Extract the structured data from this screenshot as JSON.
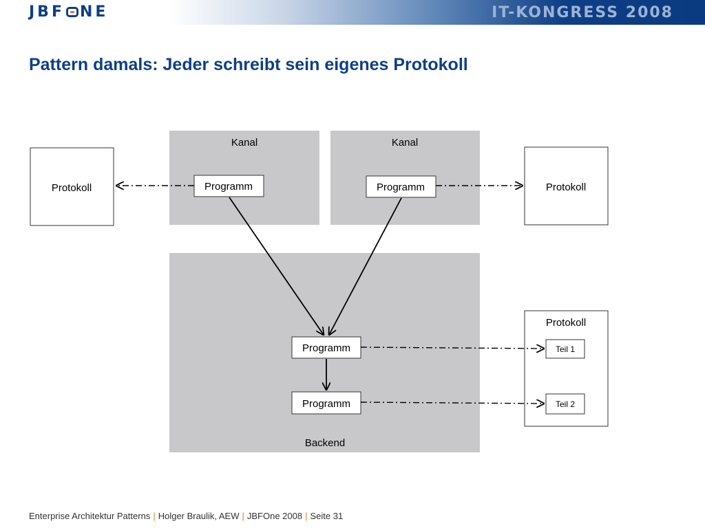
{
  "header": {
    "logo_text": "JBFONE",
    "logo_parts": [
      "JBF",
      "NE"
    ],
    "event_label": "IT-KONGRESS 2008"
  },
  "slide": {
    "title": "Pattern damals: Jeder schreibt sein eigenes Protokoll"
  },
  "diagram": {
    "channel_left": {
      "label": "Kanal",
      "program": "Programm"
    },
    "channel_right": {
      "label": "Kanal",
      "program": "Programm"
    },
    "log_left": "Protokoll",
    "log_right": "Protokoll",
    "backend": {
      "label": "Backend",
      "program_upper": "Programm",
      "program_lower": "Programm"
    },
    "log_parts": {
      "label": "Protokoll",
      "part1": "Teil 1",
      "part2": "Teil 2"
    }
  },
  "footer": {
    "part1": "Enterprise Architektur Patterns",
    "part2": "Holger Braulik, AEW",
    "part3": "JBFOne 2008",
    "part4": "Seite 31",
    "separator": "|"
  },
  "colors": {
    "brand_blue": "#0e3f86",
    "accent_orange": "#e87722",
    "panel_gray": "#c8c8ca"
  }
}
